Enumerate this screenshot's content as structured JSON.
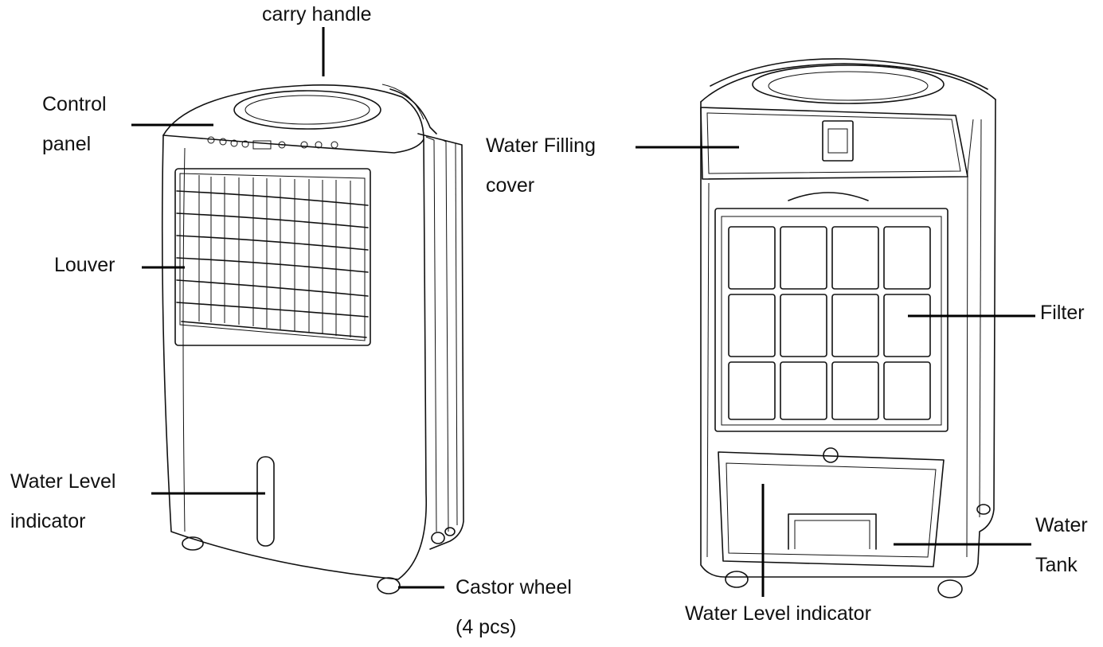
{
  "labels": {
    "carry_handle": "carry handle",
    "control_panel": [
      "Control",
      "panel"
    ],
    "louver": "Louver",
    "water_level_front": [
      "Water Level",
      "indicator"
    ],
    "castor_wheel": [
      "Castor wheel",
      "(4 pcs)"
    ],
    "water_filling_cover": [
      "Water Filling",
      "cover"
    ],
    "filter": "Filter",
    "water_tank": [
      "Water",
      "Tank"
    ],
    "water_level_back": "Water Level indicator"
  }
}
